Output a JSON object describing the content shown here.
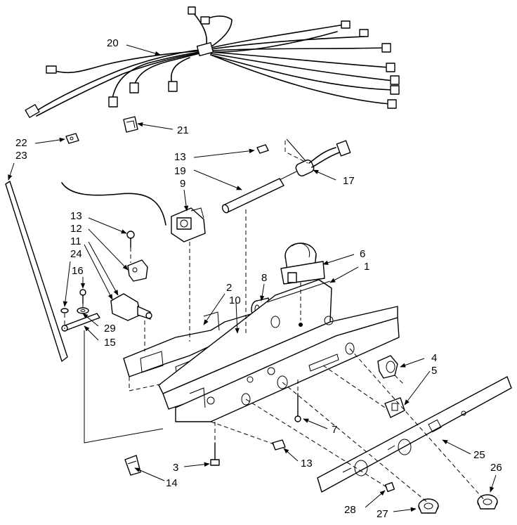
{
  "labels": {
    "l1": "1",
    "l2": "2",
    "l3": "3",
    "l4": "4",
    "l5": "5",
    "l6": "6",
    "l7": "7",
    "l8": "8",
    "l9": "9",
    "l10": "10",
    "l11": "11",
    "l12": "12",
    "l13a": "13",
    "l13b": "13",
    "l13c": "13",
    "l14": "14",
    "l15": "15",
    "l16": "16",
    "l17": "17",
    "l19": "19",
    "l20": "20",
    "l21": "21",
    "l22": "22",
    "l23": "23",
    "l24": "24",
    "l25": "25",
    "l26": "26",
    "l27": "27",
    "l28": "28",
    "l29": "29"
  }
}
